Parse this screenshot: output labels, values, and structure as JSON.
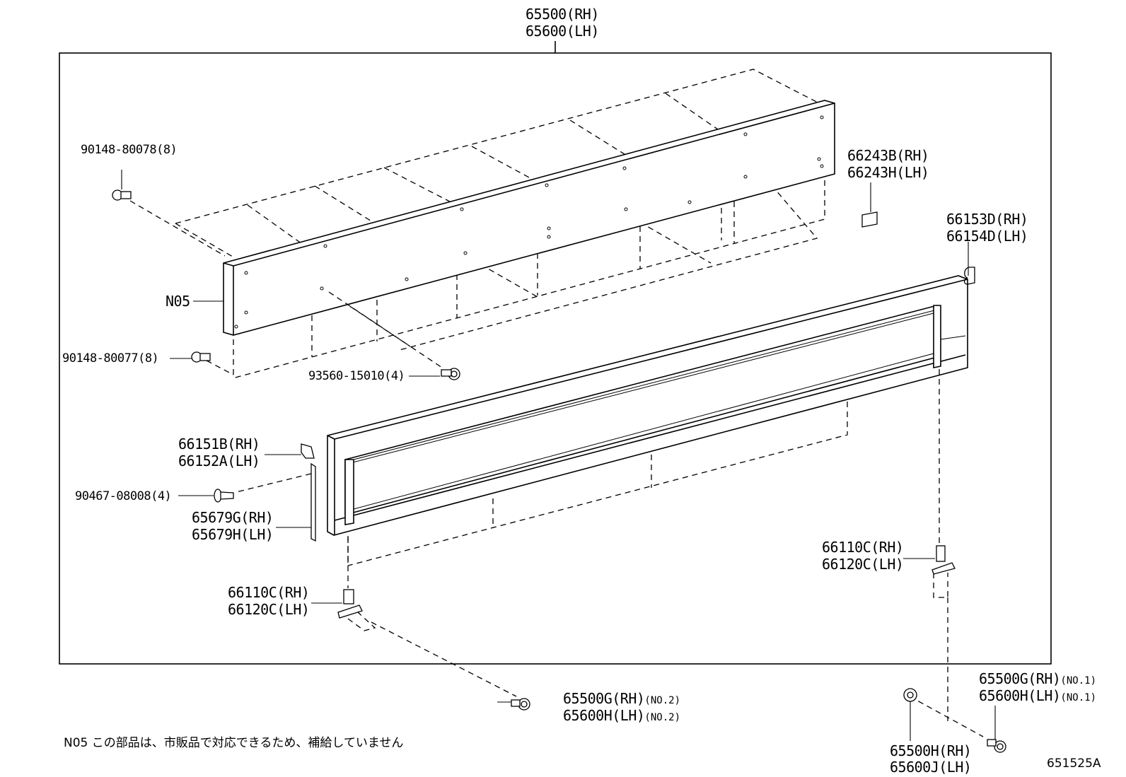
{
  "labels": {
    "top_rh": "65500(RH)",
    "top_lh": "65600(LH)",
    "bolt_a": "90148-80078(8)",
    "n05": "N05",
    "bolt_b": "90148-80077(8)",
    "screw_c": "93560-15010(4)",
    "pad_rh": "66243B(RH)",
    "pad_lh": "66243H(LH)",
    "clip_d_rh": "66153D(RH)",
    "clip_d_lh": "66154D(LH)",
    "clip_b_rh": "66151B(RH)",
    "clip_b_lh": "66152A(LH)",
    "rivet": "90467-08008(4)",
    "strip_rh": "65679G(RH)",
    "strip_lh": "65679H(LH)",
    "hinge_r_rh": "66110C(RH)",
    "hinge_r_lh": "66120C(LH)",
    "hinge_l_rh": "66110C(RH)",
    "hinge_l_lh": "66120C(LH)",
    "g2_rh": "65500G(RH)",
    "g2_lh": "65600H(LH)",
    "g2_note": "(NO.2)",
    "h_rh": "65500H(RH)",
    "h_lh": "65600J(LH)",
    "g1_rh": "65500G(RH)",
    "g1_lh": "65600H(LH)",
    "g1_note": "(NO.1)"
  },
  "footnote": "N05  この部品は、市販品で対応できるため、補給していません",
  "figure_number": "651525A"
}
